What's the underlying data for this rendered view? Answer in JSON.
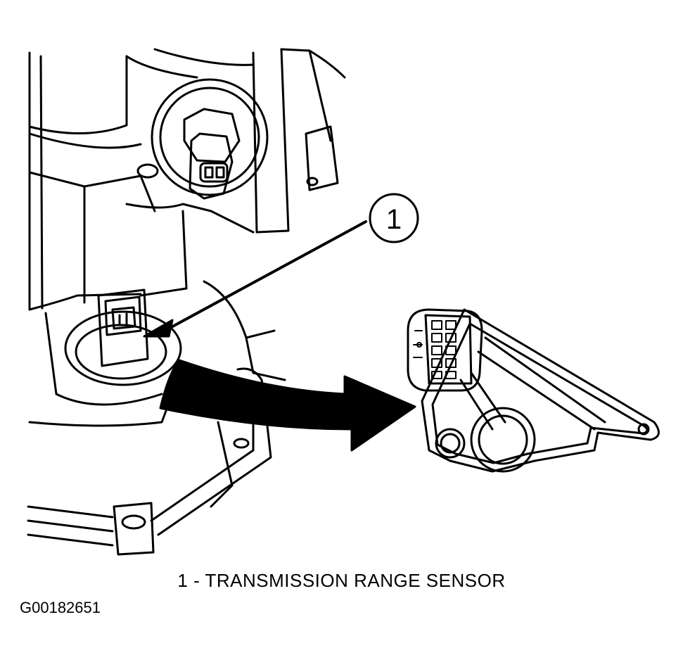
{
  "callouts": [
    {
      "number": "1"
    }
  ],
  "caption": "1 - TRANSMISSION RANGE SENSOR",
  "figure_id": "G00182651"
}
